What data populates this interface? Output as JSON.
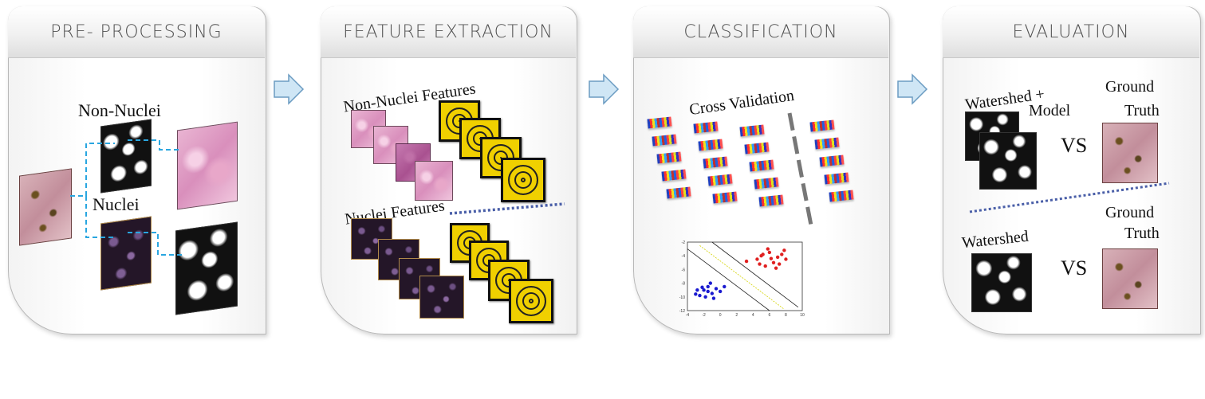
{
  "panels": [
    {
      "title": "PRE-  PROCESSING",
      "labels": {
        "top": "Non-Nuclei",
        "bottom": "Nuclei"
      }
    },
    {
      "title": "FEATURE  EXTRACTION",
      "labels": {
        "top": "Non-Nuclei Features",
        "bottom": "Nuclei Features"
      }
    },
    {
      "title": "CLASSIFICATION",
      "labels": {
        "top": "Cross Validation"
      },
      "plot": {
        "yticks": [
          "-2",
          "-4",
          "-6",
          "-8",
          "-10",
          "-12"
        ],
        "xticks": [
          "-4",
          "-2",
          "0",
          "2",
          "4",
          "6",
          "8",
          "10"
        ]
      }
    },
    {
      "title": "EVALUATION",
      "labels": {
        "model_line1": "Watershed  +",
        "model_line2": "Model",
        "gt1_line1": "Ground",
        "gt1_line2": "Truth",
        "vs1": "VS",
        "watershed": "Watershed",
        "gt2_line1": "Ground",
        "gt2_line2": "Truth",
        "vs2": "VS"
      }
    }
  ],
  "colors": {
    "arrow": "#a9cfe8",
    "dashed_connector": "#29a6e0",
    "dotted_divider": "#4a5fa8",
    "class_red": "#e02020",
    "class_blue": "#1a1ad0"
  }
}
